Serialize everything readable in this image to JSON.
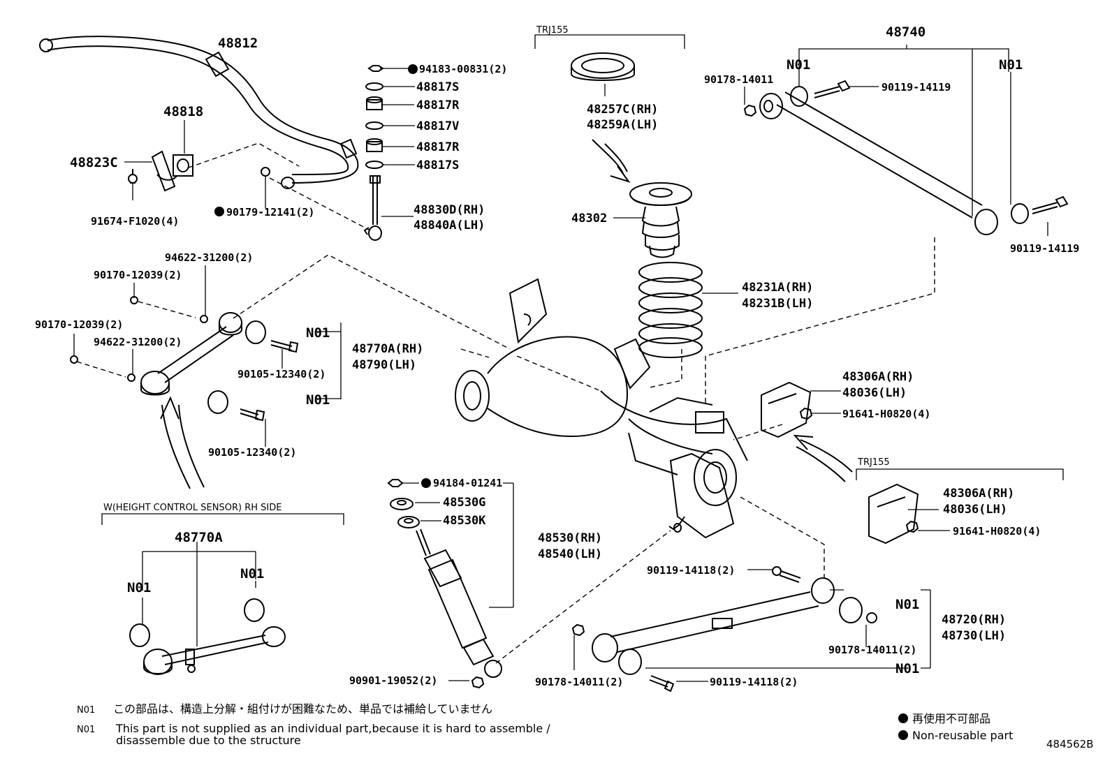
{
  "diagram": {
    "figure_id": "484562B",
    "groups": {
      "trj155_top": "TRJ155",
      "trj155_right": "TRJ155",
      "height_sensor": "W(HEIGHT CONTROL SENSOR) RH SIDE"
    },
    "parts": {
      "p48812": "48812",
      "p48818": "48818",
      "p48823c": "48823C",
      "p91674": "91674-F1020(4)",
      "p90179": "90179-12141(2)",
      "p94183": "94183-00831(2)",
      "p48817s_a": "48817S",
      "p48817r_a": "48817R",
      "p48817v": "48817V",
      "p48817r_b": "48817R",
      "p48817s_b": "48817S",
      "p48830d": "48830D(RH)",
      "p48840a": "48840A(LH)",
      "p48257c": "48257C(RH)",
      "p48259a": "48259A(LH)",
      "p48302": "48302",
      "p48231a": "48231A(RH)",
      "p48231b": "48231B(LH)",
      "p48740": "48740",
      "n01_a": "N01",
      "n01_b": "N01",
      "p90178_top": "90178-14011",
      "p90119_top": "90119-14119",
      "p90119_right": "90119-14119",
      "p94622_a": "94622-31200(2)",
      "p90170_a": "90170-12039(2)",
      "p90170_b": "90170-12039(2)",
      "p94622_b": "94622-31200(2)",
      "n01_c": "N01",
      "p48770a_rh": "48770A(RH)",
      "p48790_lh": "48790(LH)",
      "p90105_a": "90105-12340(2)",
      "n01_d": "N01",
      "p90105_b": "90105-12340(2)",
      "p48306a_top": "48306A(RH)",
      "p48036_top": "48036(LH)",
      "p91641_top": "91641-H0820(4)",
      "p48306a_bot": "48306A(RH)",
      "p48036_bot": "48036(LH)",
      "p91641_bot": "91641-H0820(4)",
      "p94184": "94184-01241",
      "p48530g": "48530G",
      "p48530k": "48530K",
      "p48530_rh": "48530(RH)",
      "p48540_lh": "48540(LH)",
      "p90901": "90901-19052(2)",
      "p48770a": "48770A",
      "n01_e": "N01",
      "n01_f": "N01",
      "p90119_14118_a": "90119-14118(2)",
      "n01_g": "N01",
      "p48720": "48720(RH)",
      "p48730": "48730(LH)",
      "p90178_b": "90178-14011(2)",
      "n01_h": "N01",
      "p90178_c": "90178-14011(2)",
      "p90119_14118_b": "90119-14118(2)"
    },
    "notes": {
      "code": "N01",
      "jp": "この部品は、構造上分解・組付けが困難なため、単品では補給していません",
      "en_line1": "This part is not supplied as an individual part,because it is hard to assemble /",
      "en_line2": "disassemble due to the structure"
    },
    "legend": {
      "jp": "再使用不可部品",
      "en": "Non-reusable part"
    }
  }
}
